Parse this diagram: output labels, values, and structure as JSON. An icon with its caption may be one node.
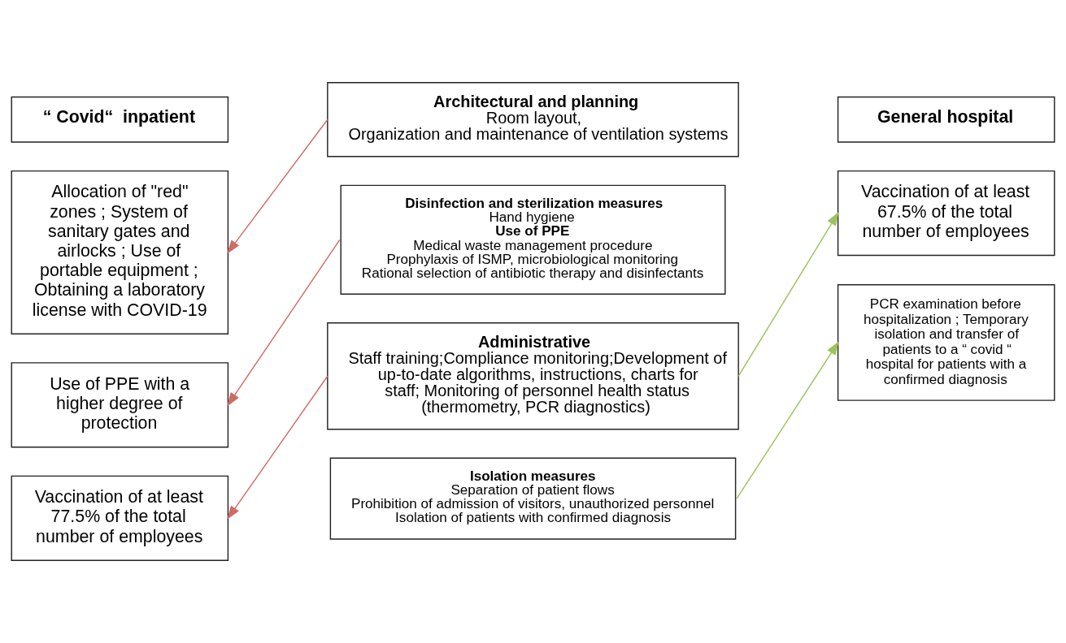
{
  "diagram": {
    "nodes": [
      {
        "text": [
          "“ Covid“  inpatient"
        ]
      },
      {
        "text": [
          "Architectural and planning",
          "Room layout,",
          "Organization and maintenance of ventilation systems"
        ]
      },
      {
        "text": [
          "General hospital"
        ]
      },
      {
        "text": [
          "Allocation of \"red\" zones ; System of sanitary gates and airlocks ; Use of portable equipment ; Obtaining a laboratory license with COVID-19"
        ]
      },
      {
        "text": [
          "Disinfection and sterilization measures",
          "Hand hygiene",
          "Use of PPE",
          "Medical waste management procedure",
          "Prophylaxis of ISMP, microbiological monitoring",
          "Rational selection of antibiotic therapy and disinfectants"
        ]
      },
      {
        "text": [
          "Use of PPE with a higher degree of protection"
        ]
      },
      {
        "text": [
          "Vaccination of at least 67.5% of the total number of employees"
        ]
      },
      {
        "text": [
          "Administrative",
          "Staff training;Compliance monitoring;Development of up-to-date algorithms, instructions, charts for staff; Monitoring of personnel health status (thermometry, PCR diagnostics)"
        ]
      },
      {
        "text": [
          "Vaccination of at least 77.5% of the total number of employees"
        ]
      },
      {
        "text": [
          "PCR examination before hospitalization ; Temporary isolation and transfer of patients to a “ covid “ hospital for patients with a confirmed diagnosis"
        ]
      },
      {
        "text": [
          "Isolation measures",
          "Separation of patient flows",
          "Prohibition of admission of visitors, unauthorized personnel",
          "Isolation of patients with confirmed diagnosis"
        ]
      }
    ],
    "edges": [
      {
        "from": 1,
        "to": 3,
        "arrow": "to",
        "color": "#d06a64"
      },
      {
        "from": 4,
        "to": 5,
        "arrow": "to",
        "color": "#d06a64"
      },
      {
        "from": 7,
        "to": 8,
        "arrow": "to",
        "color": "#d06a64"
      },
      {
        "from": 7,
        "to": 6,
        "arrow": "to",
        "color": "#9bc35a"
      },
      {
        "from": 10,
        "to": 9,
        "arrow": "to",
        "color": "#9bc35a"
      }
    ]
  }
}
